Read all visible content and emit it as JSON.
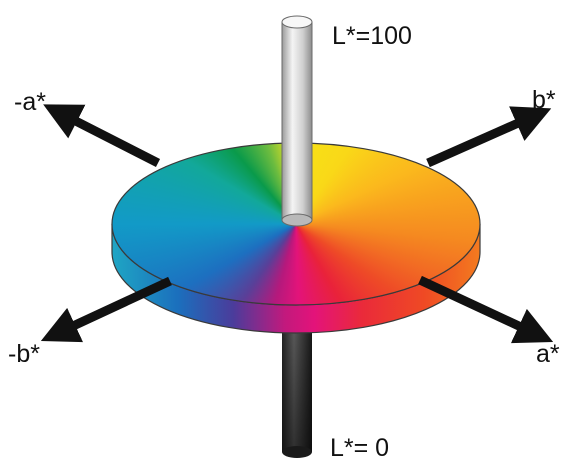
{
  "labels": {
    "l_top": "L*=100",
    "l_bottom": "L*= 0",
    "neg_a": "-a*",
    "pos_a": "a*",
    "pos_b": "b*",
    "neg_b": "-b*"
  },
  "colors": {
    "background": "#ffffff",
    "arrow": "#111111",
    "text": "#111111",
    "disc_rim": "#3a3a3a"
  },
  "hue_wheel": {
    "description_colors": [
      "#e5007e",
      "#e8242a",
      "#f47a20",
      "#fbb81d",
      "#f5e316",
      "#9cc83a",
      "#0a9a4a",
      "#11a89a",
      "#1d86c8",
      "#5a3f98",
      "#b5197c"
    ]
  }
}
